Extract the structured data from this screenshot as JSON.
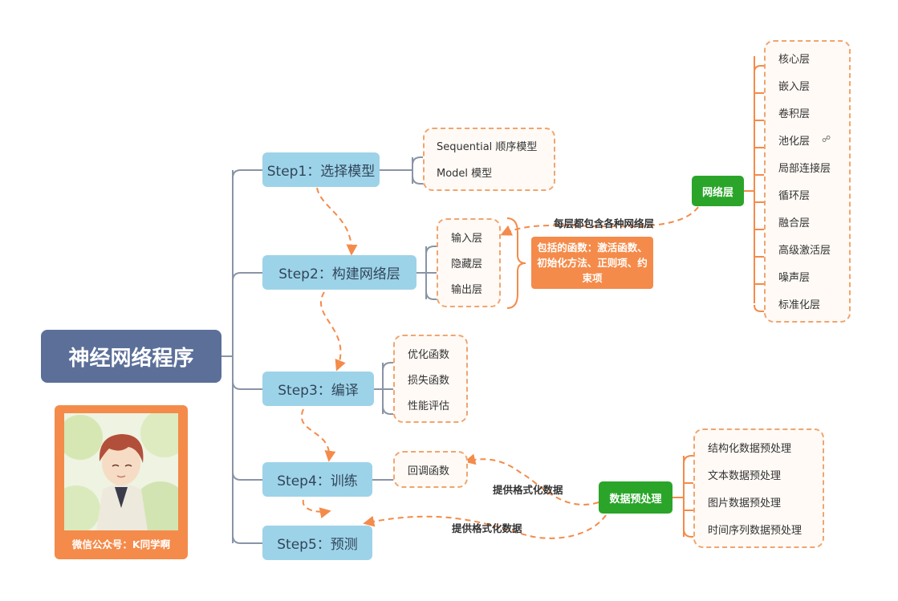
{
  "root": {
    "label": "神经网络程序"
  },
  "steps": [
    {
      "label": "Step1：选择模型"
    },
    {
      "label": "Step2：构建网络层"
    },
    {
      "label": "Step3：编译"
    },
    {
      "label": "Step4：训练"
    },
    {
      "label": "Step5：预测"
    }
  ],
  "model_types": [
    "Sequential 顺序模型",
    "Model 模型"
  ],
  "layers_stack": [
    "输入层",
    "隐藏层",
    "输出层"
  ],
  "compile_items": [
    "优化函数",
    "损失函数",
    "性能评估"
  ],
  "train_items": [
    "回调函数"
  ],
  "network_layer": {
    "label": "网络层",
    "edge_label": "每层都包含各种网络层",
    "items": [
      "核心层",
      "嵌入层",
      "卷积层",
      "池化层",
      "局部连接层",
      "循环层",
      "融合层",
      "高级激活层",
      "噪声层",
      "标准化层"
    ]
  },
  "functions_note": {
    "label": "包括的函数：激活函数、初始化方法、正则项、约束项"
  },
  "preprocess": {
    "label": "数据预处理",
    "edge_label_train": "提供格式化数据",
    "edge_label_predict": "提供格式化数据",
    "items": [
      "结构化数据预处理",
      "文本数据预处理",
      "图片数据预处理",
      "时间序列数据预处理"
    ]
  },
  "qr": {
    "caption": "微信公众号：K同学啊"
  },
  "colors": {
    "root": "#5b6f99",
    "step": "#9dd3e8",
    "accent": "#f48b4a",
    "green": "#2aa52a",
    "line": "#8a94a6"
  }
}
